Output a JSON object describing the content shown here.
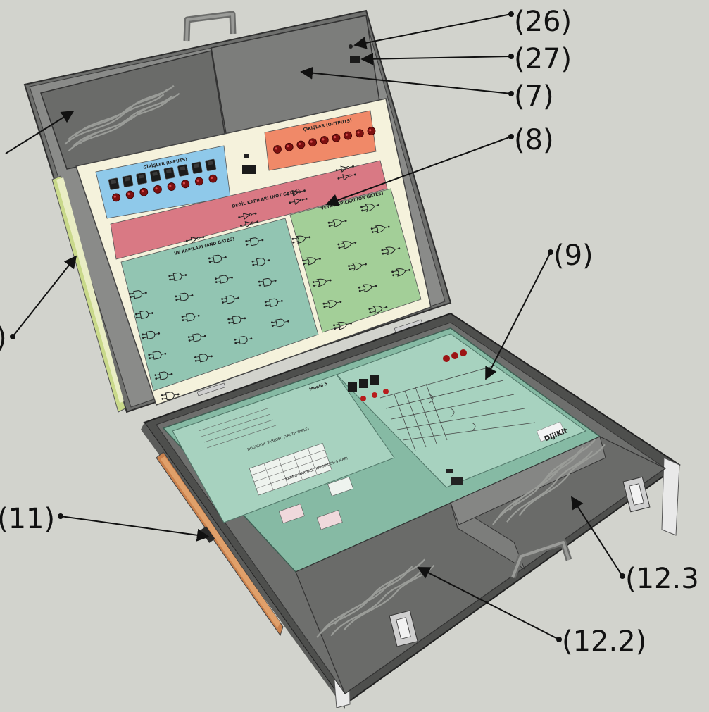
{
  "figure": {
    "callouts": {
      "c26": "(26)",
      "c27": "(27)",
      "c7": "(7)",
      "c8": "(8)",
      "c9": "(9)",
      "c10_partial": ")",
      "c11": "(11)",
      "c12_2": "(12.2)",
      "c12_3_partial": "(12.3"
    },
    "upper_panel": {
      "inputs_title": "GİRİŞLER (INPUTS)",
      "outputs_title": "ÇIKIŞLAR (OUTPUTS)",
      "not_title": "DEĞİL KAPILARI (NOT GATES)",
      "or_title": "VEYA KAPILARI (OR GATES)",
      "and_title": "VE KAPILARI (AND GATES)"
    },
    "lower_panel": {
      "module_title": "Modül 5",
      "brand": "DijiKit",
      "truth_table_title": "DOĞRULUK TABLOSU (TRUTH TABLE)",
      "kmap_title": "KARNO HARİTASI (KARNAUGH'S MAP)"
    },
    "colors": {
      "background": "#d2d3cd",
      "case_gray": "#7d7e7c",
      "inputs_blue": "#8fc9ea",
      "outputs_orange": "#f08968",
      "not_pink": "#d97984",
      "and_teal": "#92c5b2",
      "or_green": "#a3cf98",
      "panel_cream": "#f5f2dc",
      "lower_board": "#86baa4",
      "side_orange": "#c9804c"
    }
  }
}
